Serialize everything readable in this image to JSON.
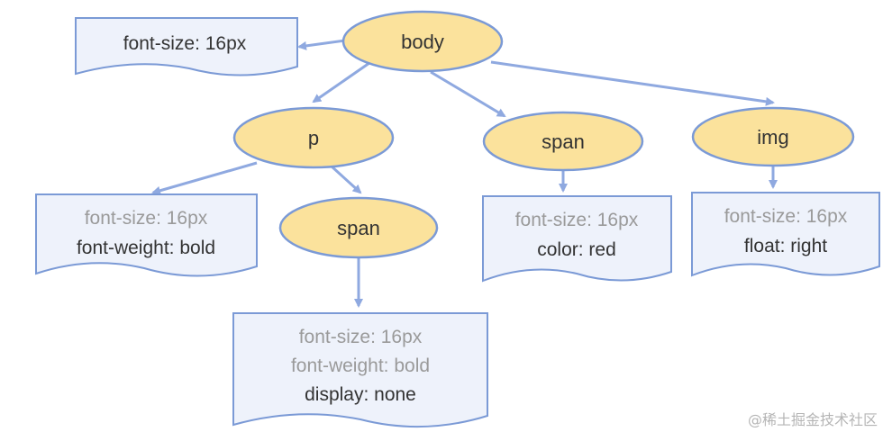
{
  "nodes": {
    "body": {
      "label": "body"
    },
    "p": {
      "label": "p"
    },
    "span_child": {
      "label": "span"
    },
    "span": {
      "label": "span"
    },
    "img": {
      "label": "img"
    }
  },
  "style_boxes": {
    "body": {
      "lines": [
        {
          "text": "font-size: 16px",
          "inherited": false
        }
      ]
    },
    "p": {
      "lines": [
        {
          "text": "font-size: 16px",
          "inherited": true
        },
        {
          "text": "font-weight: bold",
          "inherited": false
        }
      ]
    },
    "span_child": {
      "lines": [
        {
          "text": "font-size: 16px",
          "inherited": true
        },
        {
          "text": "font-weight: bold",
          "inherited": true
        },
        {
          "text": "display: none",
          "inherited": false
        }
      ]
    },
    "span": {
      "lines": [
        {
          "text": "font-size: 16px",
          "inherited": true
        },
        {
          "text": "color: red",
          "inherited": false
        }
      ]
    },
    "img": {
      "lines": [
        {
          "text": "font-size: 16px",
          "inherited": true
        },
        {
          "text": "float: right",
          "inherited": false
        }
      ]
    }
  },
  "watermark": "@稀土掘金技术社区",
  "colors": {
    "node_fill": "#fbe29c",
    "node_stroke": "#7b9ad6",
    "box_fill": "#eef2fb",
    "box_stroke": "#7b9ad6",
    "arrow": "#8fa9e0",
    "inherited_text": "#9a9a9a",
    "own_text": "#333333"
  }
}
